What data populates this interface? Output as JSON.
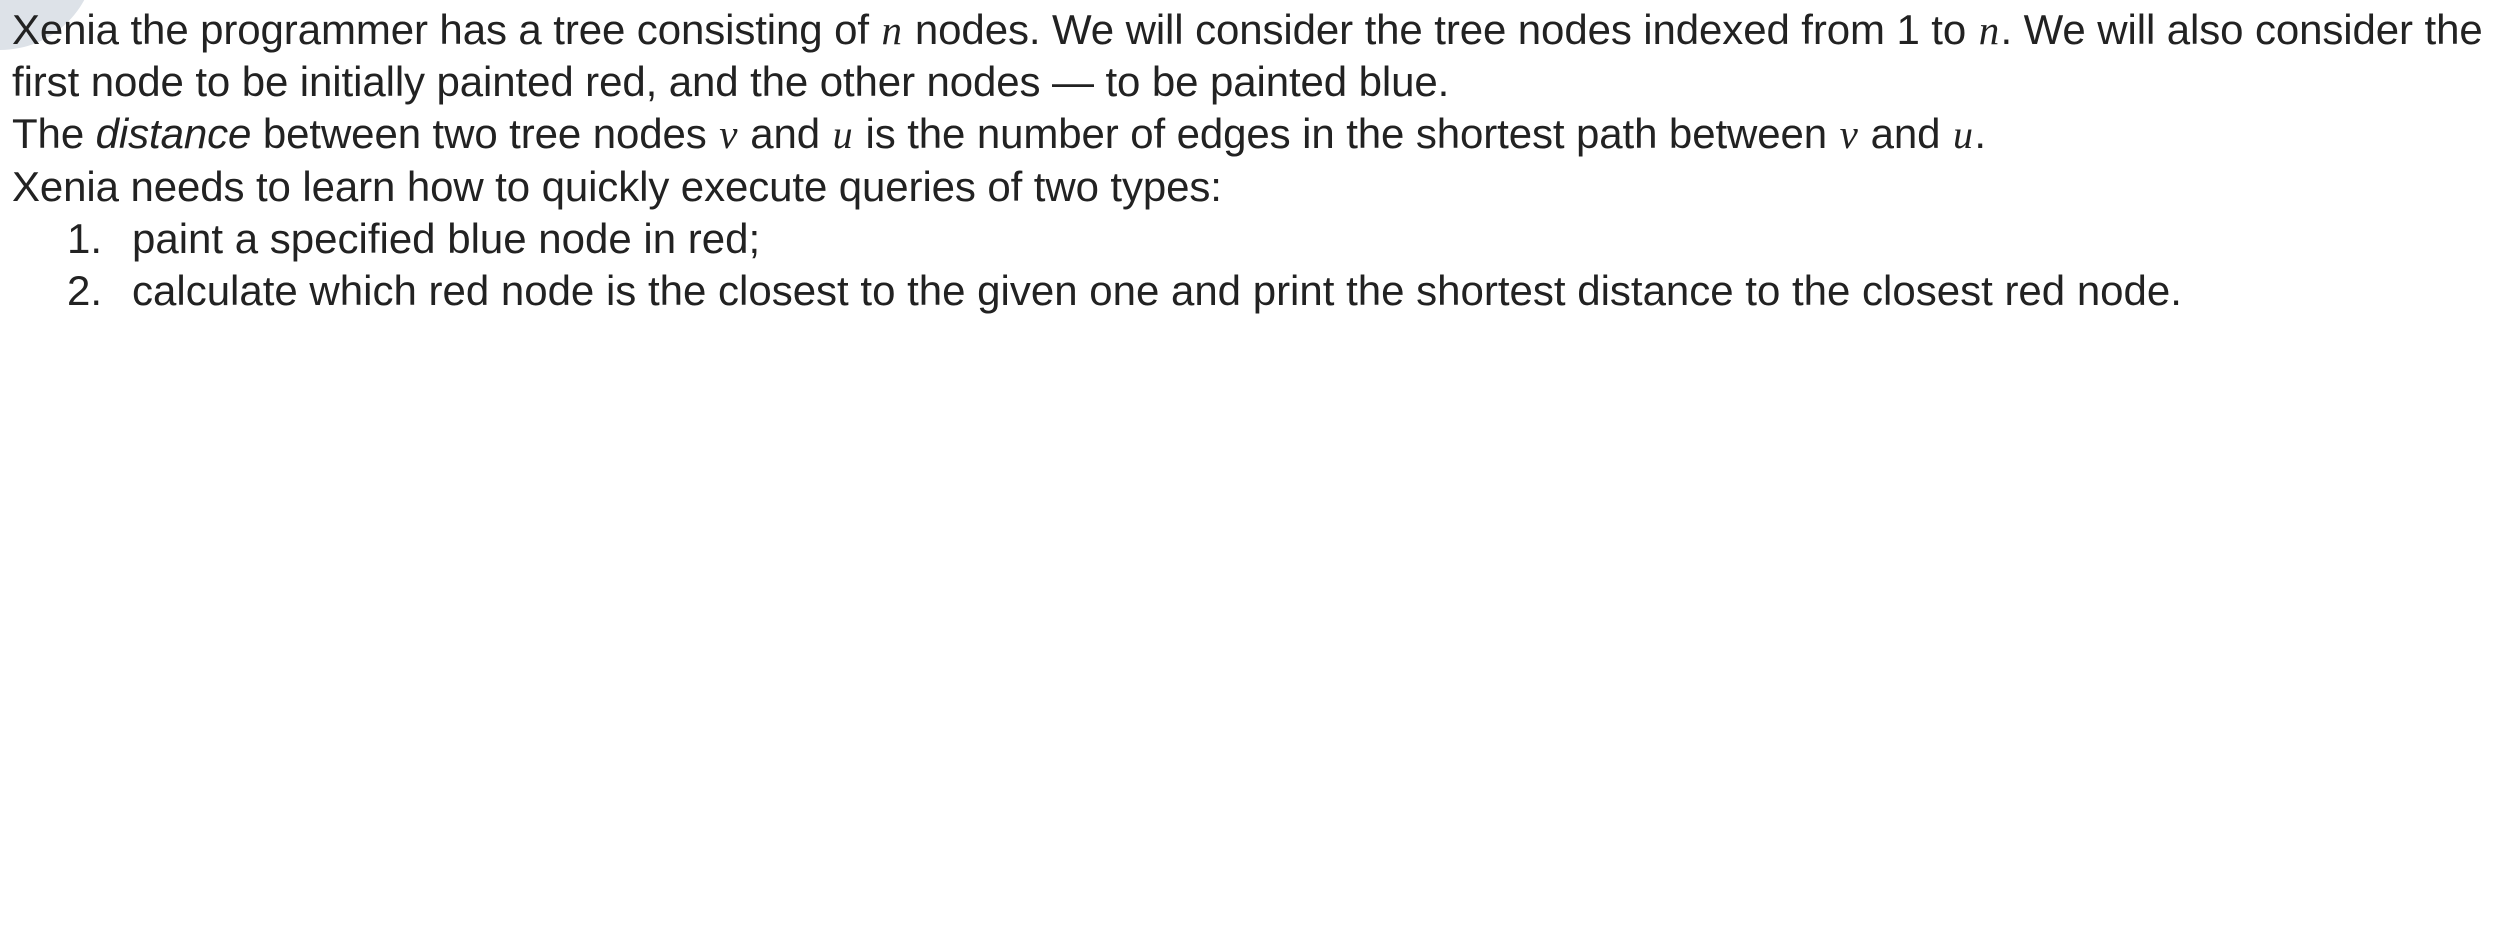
{
  "document": {
    "background_color": "#ffffff",
    "text_color": "#222222",
    "corner_accent_color": "#dde2e8",
    "paragraphs": [
      {
        "id": "intro",
        "segments": [
          {
            "type": "text",
            "value": "Xenia the programmer has a tree consisting of "
          },
          {
            "type": "math",
            "value": "n"
          },
          {
            "type": "text",
            "value": " nodes. We will consider the tree nodes indexed from 1 to "
          },
          {
            "type": "math",
            "value": "n"
          },
          {
            "type": "text",
            "value": ". We will also consider the first node to be initially painted red, and the other nodes — to be painted blue."
          }
        ]
      },
      {
        "id": "distance-definition",
        "segments": [
          {
            "type": "text",
            "value": "The "
          },
          {
            "type": "emph",
            "value": "distance"
          },
          {
            "type": "text",
            "value": " between two tree nodes "
          },
          {
            "type": "math",
            "value": "v"
          },
          {
            "type": "text",
            "value": " and "
          },
          {
            "type": "math",
            "value": "u"
          },
          {
            "type": "text",
            "value": " is the number of edges in the shortest path between "
          },
          {
            "type": "math",
            "value": "v"
          },
          {
            "type": "text",
            "value": " and "
          },
          {
            "type": "math",
            "value": "u"
          },
          {
            "type": "text",
            "value": "."
          }
        ]
      },
      {
        "id": "queries-intro",
        "segments": [
          {
            "type": "text",
            "value": "Xenia needs to learn how to quickly execute queries of two types:"
          }
        ]
      }
    ],
    "query_list": {
      "marker_style": "decimal",
      "items": [
        {
          "marker": "1.",
          "text": "paint a specified blue node in red;"
        },
        {
          "marker": "2.",
          "text": "calculate which red node is the closest to the given one and print the shortest distance to the closest red node."
        }
      ]
    }
  }
}
